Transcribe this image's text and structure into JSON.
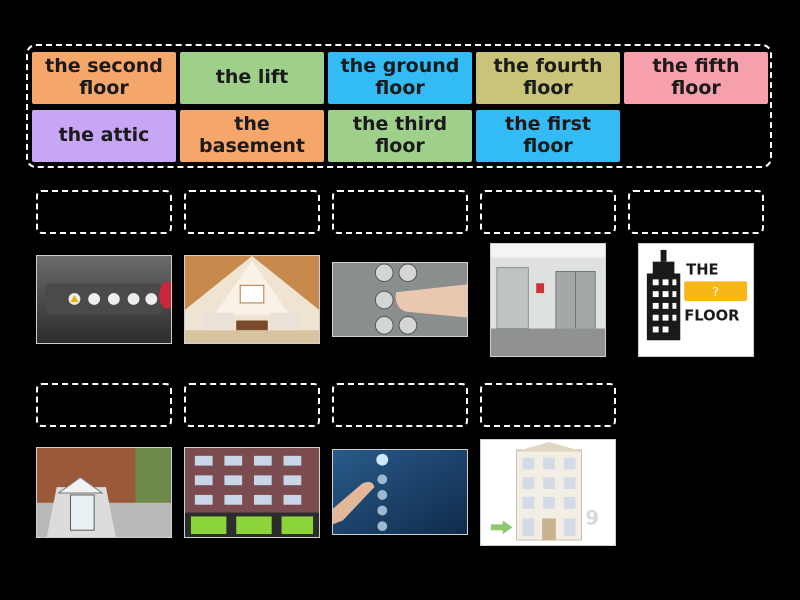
{
  "word_bank": [
    {
      "label": "the second floor",
      "color": "#f5a66b"
    },
    {
      "label": "the lift",
      "color": "#9fd08b"
    },
    {
      "label": "the ground floor",
      "color": "#33bbf5"
    },
    {
      "label": "the fourth floor",
      "color": "#c9c47a"
    },
    {
      "label": "the fifth floor",
      "color": "#f7a0ad"
    },
    {
      "label": "the attic",
      "color": "#c8a6f5"
    },
    {
      "label": "the basement",
      "color": "#f5a66b"
    },
    {
      "label": "the third floor",
      "color": "#9fd08b"
    },
    {
      "label": "the first floor",
      "color": "#33bbf5"
    }
  ],
  "pictures": [
    {
      "name": "lift-buttons-panel-image"
    },
    {
      "name": "attic-room-image"
    },
    {
      "name": "lift-button-press-image"
    },
    {
      "name": "lift-corridor-image"
    },
    {
      "name": "the-floor-logo-image",
      "text_the": "THE",
      "text_q": "?",
      "text_floor": "FLOOR"
    },
    {
      "name": "basement-entrance-image"
    },
    {
      "name": "apartment-building-image"
    },
    {
      "name": "lift-button-blue-image"
    },
    {
      "name": "building-ground-arrow-image",
      "watermark": "9"
    }
  ],
  "colors": {
    "background": "#000000",
    "slot_border": "#ffffff",
    "logo_yellow": "#f7b718"
  }
}
